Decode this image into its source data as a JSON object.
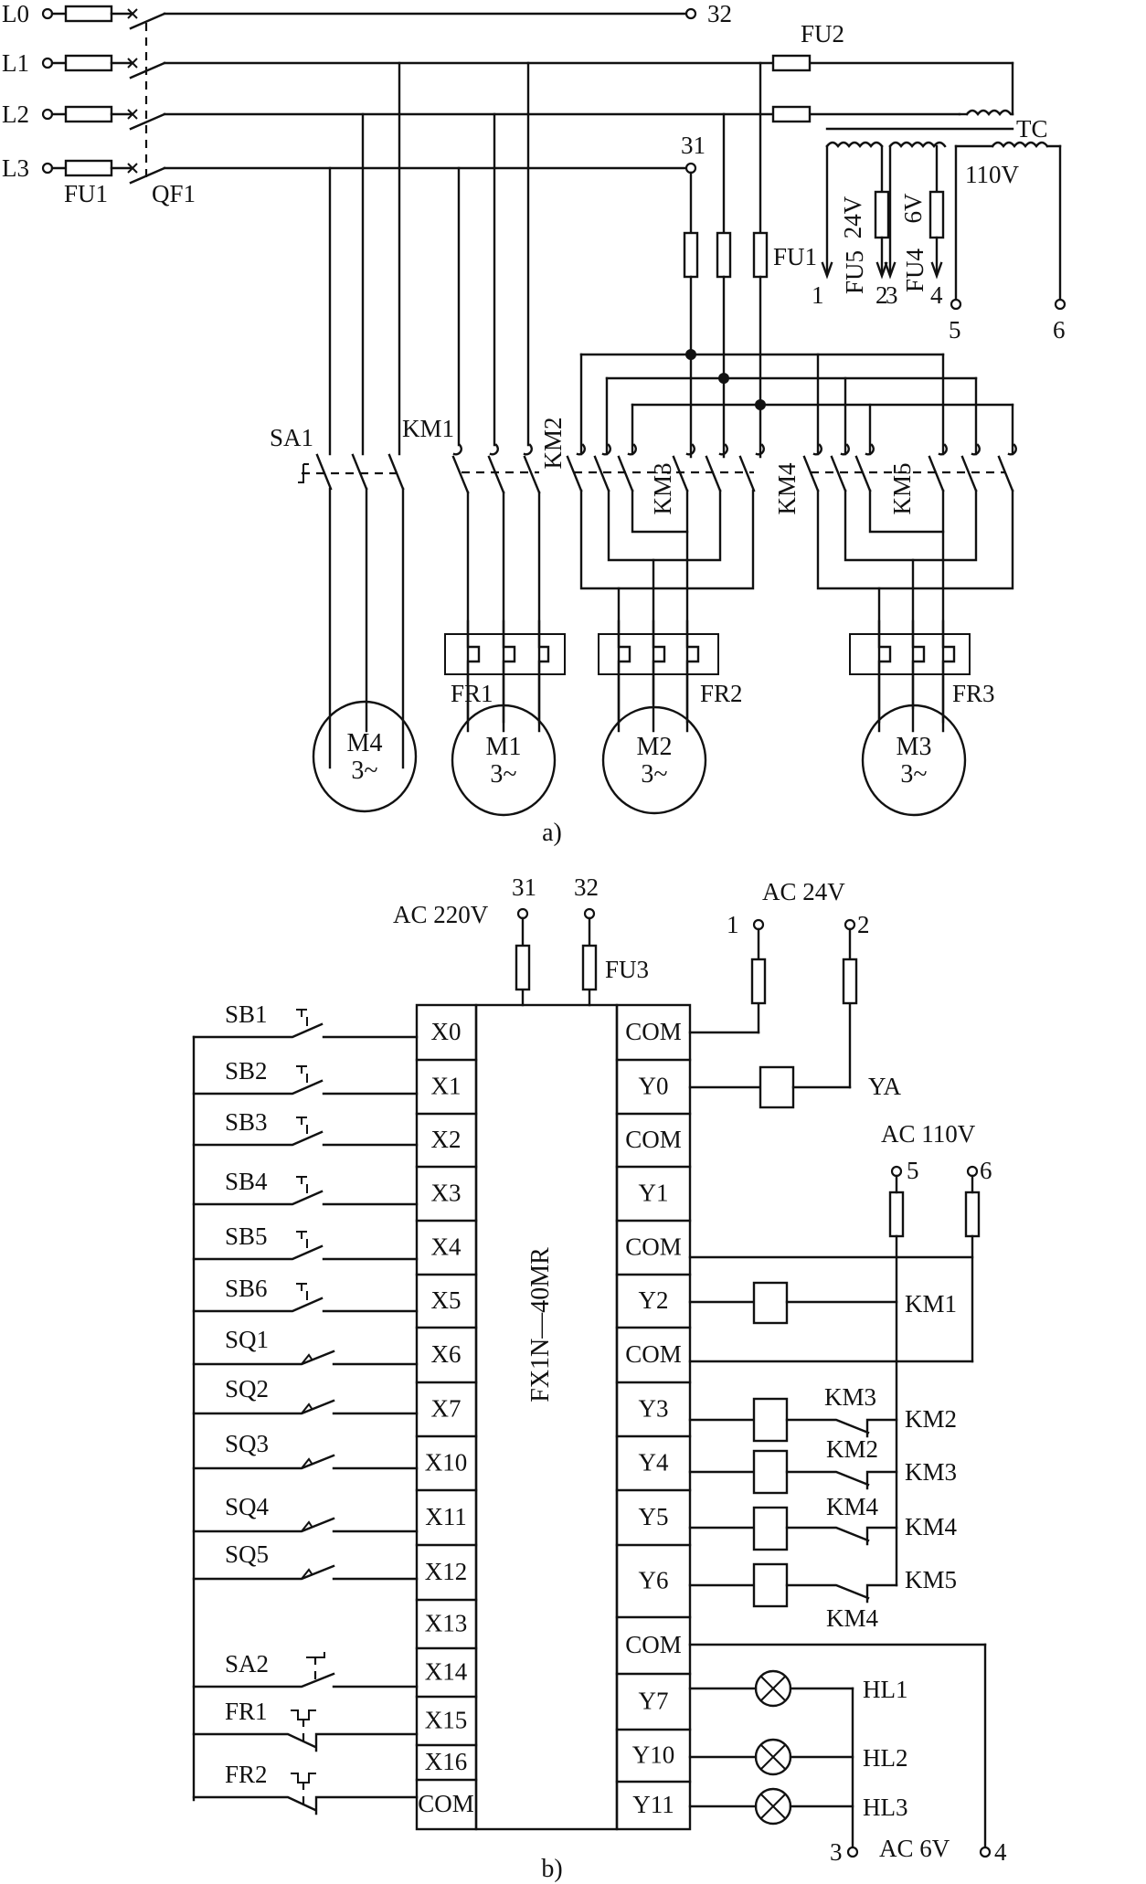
{
  "diagram_a": {
    "caption": "a)",
    "lines": [
      "L0",
      "L1",
      "L2",
      "L3"
    ],
    "main_fuse": "FU1",
    "main_breaker": "QF1",
    "terminal_32": "32",
    "terminal_31": "31",
    "control_fuse": "FU2",
    "transformer": "TC",
    "branch_fuse": "FU1",
    "secondary": {
      "v24": "24V",
      "v6": "6V",
      "v110": "110V",
      "fu5": "FU5",
      "fu4": "FU4",
      "t1": "1",
      "t2": "2",
      "t3": "3",
      "t4": "4",
      "t5": "5",
      "t6": "6"
    },
    "switches": {
      "sa1": "SA1",
      "km1": "KM1",
      "km2": "KM2",
      "km3": "KM3",
      "km4": "KM4",
      "km5": "KM5"
    },
    "relays": {
      "fr1": "FR1",
      "fr2": "FR2",
      "fr3": "FR3"
    },
    "motors": [
      {
        "name": "M4",
        "phase": "3~"
      },
      {
        "name": "M1",
        "phase": "3~"
      },
      {
        "name": "M2",
        "phase": "3~"
      },
      {
        "name": "M3",
        "phase": "3~"
      }
    ]
  },
  "diagram_b": {
    "caption": "b)",
    "plc_model": "FX1N—40MR",
    "supply_220": "AC 220V",
    "t31": "31",
    "t32": "32",
    "fu3": "FU3",
    "supply_24": "AC 24V",
    "t1": "1",
    "t2": "2",
    "supply_110": "AC 110V",
    "t5": "5",
    "t6": "6",
    "supply_6": "AC 6V",
    "t3": "3",
    "t4": "4",
    "inputs": [
      "X0",
      "X1",
      "X2",
      "X3",
      "X4",
      "X5",
      "X6",
      "X7",
      "X10",
      "X11",
      "X12",
      "X13",
      "X14",
      "X15",
      "X16",
      "COM"
    ],
    "input_devices": [
      "SB1",
      "SB2",
      "SB3",
      "SB4",
      "SB5",
      "SB6",
      "SQ1",
      "SQ2",
      "SQ3",
      "SQ4",
      "SQ5",
      "SA2",
      "FR1",
      "FR2"
    ],
    "outputs": [
      "COM",
      "Y0",
      "COM",
      "Y1",
      "COM",
      "Y2",
      "COM",
      "Y3",
      "Y4",
      "Y5",
      "Y6",
      "COM",
      "Y7",
      "Y10",
      "Y11"
    ],
    "loads": {
      "ya": "YA",
      "km1": "KM1",
      "km2": "KM2",
      "km3": "KM3",
      "km4": "KM4",
      "km5": "KM5",
      "interlock_y3": "KM3",
      "interlock_y4": "KM2",
      "interlock_y5": "KM4",
      "interlock_y6": "KM4",
      "hl1": "HL1",
      "hl2": "HL2",
      "hl3": "HL3"
    }
  }
}
